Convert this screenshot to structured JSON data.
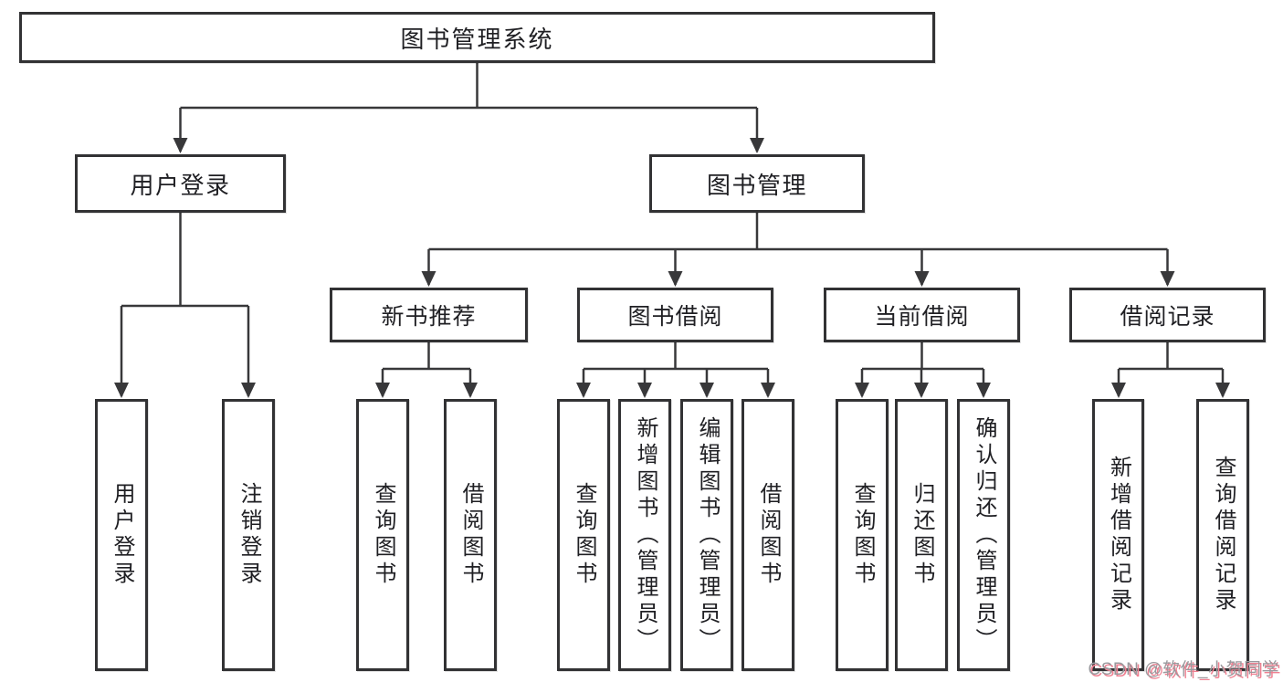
{
  "diagram": {
    "type": "hierarchy-tree",
    "root": {
      "label": "图书管理系统"
    },
    "branches": [
      {
        "label": "用户登录",
        "children": [
          {
            "label": "用户登录"
          },
          {
            "label": "注销登录"
          }
        ]
      },
      {
        "label": "图书管理",
        "children": [
          {
            "label": "新书推荐",
            "children": [
              {
                "label": "查询图书"
              },
              {
                "label": "借阅图书"
              }
            ]
          },
          {
            "label": "图书借阅",
            "children": [
              {
                "label": "查询图书"
              },
              {
                "label": "新增图书（管理员）"
              },
              {
                "label": "编辑图书（管理员）"
              },
              {
                "label": "借阅图书"
              }
            ]
          },
          {
            "label": "当前借阅",
            "children": [
              {
                "label": "查询图书"
              },
              {
                "label": "归还图书"
              },
              {
                "label": "确认归还（管理员）"
              }
            ]
          },
          {
            "label": "借阅记录",
            "children": [
              {
                "label": "新增借阅记录"
              },
              {
                "label": "查询借阅记录"
              }
            ]
          }
        ]
      }
    ]
  },
  "watermark": {
    "text": "CSDN @软件_小贺同学"
  },
  "colors": {
    "background": "#ffffff",
    "line": "#38383a",
    "box_border": "#323234",
    "text": "#1f1f23",
    "watermark_text": "#9a9a9e",
    "watermark_shadow": "#ef8091"
  }
}
